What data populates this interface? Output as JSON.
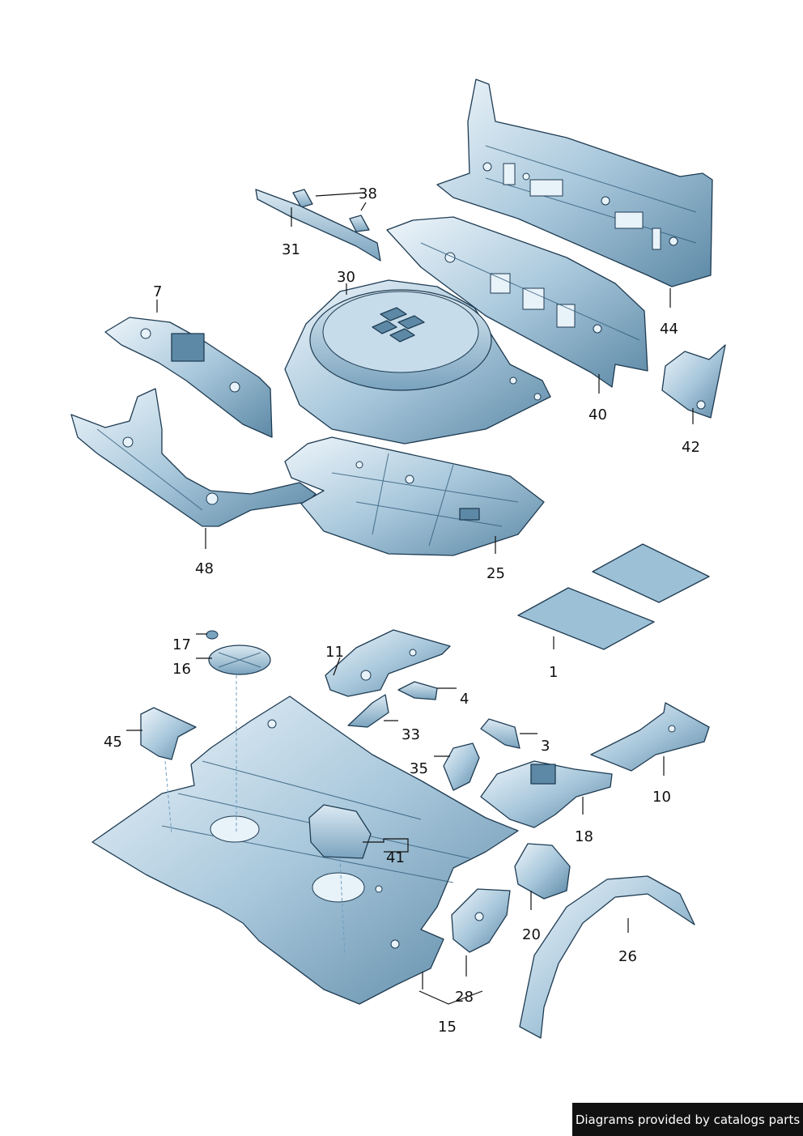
{
  "callouts": [
    "1",
    "3",
    "4",
    "7",
    "10",
    "11",
    "15",
    "16",
    "17",
    "18",
    "20",
    "25",
    "26",
    "28",
    "30",
    "31",
    "33",
    "35",
    "38",
    "40",
    "41",
    "42",
    "44",
    "45",
    "48"
  ],
  "footer": {
    "text": "Diagrams provided by catalogs parts"
  },
  "colors": {
    "metal_light": "#dbe9f2",
    "metal_mid": "#9cc0d6",
    "metal_dark": "#4f7d9c",
    "outline": "#1e3b52",
    "footer_bg": "#111111"
  }
}
